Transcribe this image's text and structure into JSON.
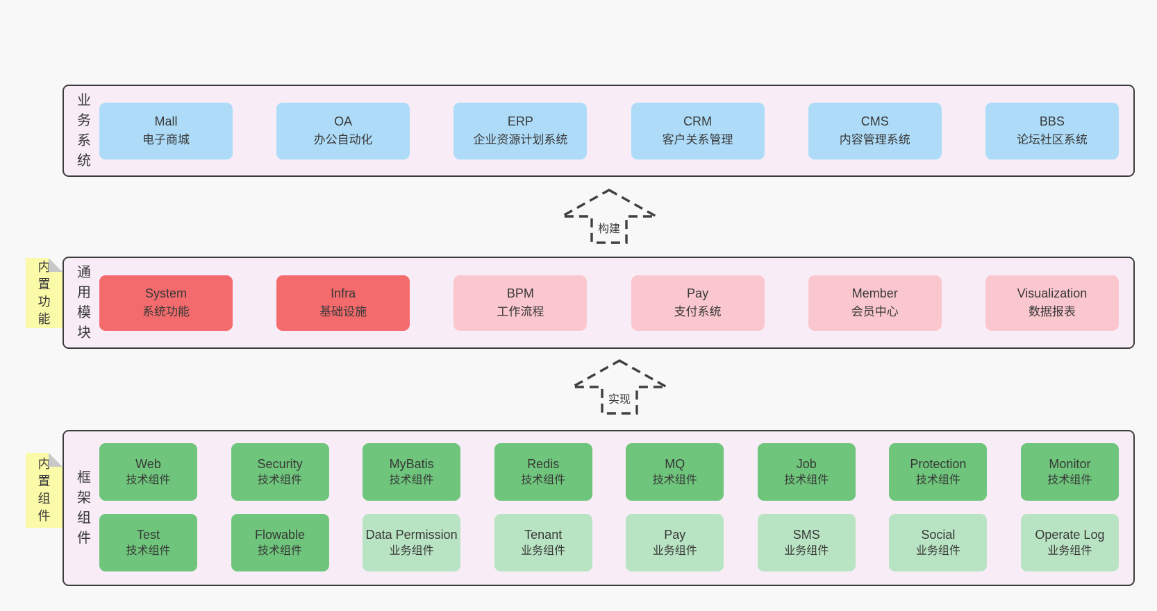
{
  "colors": {
    "page_bg": "#f8f8f8",
    "band_bg": "#f8edf6",
    "band_border": "#3c3c3c",
    "text": "#383838",
    "blue": "#aedcf8",
    "red": "#f46b6d",
    "pink": "#fbc7cf",
    "green_dark": "#6ec57b",
    "green_light": "#b9e4c3",
    "sticky_yellow": "#fafaa9",
    "fold_gray": "#c8c8c8",
    "arrow_stroke": "#3f3f3f"
  },
  "arrows": [
    {
      "label": "构建"
    },
    {
      "label": "实现"
    }
  ],
  "bands": [
    {
      "label": "业务系统",
      "boxes": [
        {
          "name": "Mall",
          "sub": "电子商城"
        },
        {
          "name": "OA",
          "sub": "办公自动化"
        },
        {
          "name": "ERP",
          "sub": "企业资源计划系统"
        },
        {
          "name": "CRM",
          "sub": "客户关系管理"
        },
        {
          "name": "CMS",
          "sub": "内容管理系统"
        },
        {
          "name": "BBS",
          "sub": "论坛社区系统"
        }
      ]
    },
    {
      "label": "通用模块",
      "sticky": "内置功能",
      "boxes": [
        {
          "name": "System",
          "sub": "系统功能"
        },
        {
          "name": "Infra",
          "sub": "基础设施"
        },
        {
          "name": "BPM",
          "sub": "工作流程"
        },
        {
          "name": "Pay",
          "sub": "支付系统"
        },
        {
          "name": "Member",
          "sub": "会员中心"
        },
        {
          "name": "Visualization",
          "sub": "数据报表"
        }
      ]
    },
    {
      "label": "框架组件",
      "sticky": "内置组件",
      "rows": [
        [
          {
            "name": "Web",
            "sub": "技术组件"
          },
          {
            "name": "Security",
            "sub": "技术组件"
          },
          {
            "name": "MyBatis",
            "sub": "技术组件"
          },
          {
            "name": "Redis",
            "sub": "技术组件"
          },
          {
            "name": "MQ",
            "sub": "技术组件"
          },
          {
            "name": "Job",
            "sub": "技术组件"
          },
          {
            "name": "Protection",
            "sub": "技术组件"
          },
          {
            "name": "Monitor",
            "sub": "技术组件"
          }
        ],
        [
          {
            "name": "Test",
            "sub": "技术组件"
          },
          {
            "name": "Flowable",
            "sub": "技术组件"
          },
          {
            "name": "Data Permission",
            "sub": "业务组件"
          },
          {
            "name": "Tenant",
            "sub": "业务组件"
          },
          {
            "name": "Pay",
            "sub": "业务组件"
          },
          {
            "name": "SMS",
            "sub": "业务组件"
          },
          {
            "name": "Social",
            "sub": "业务组件"
          },
          {
            "name": "Operate Log",
            "sub": "业务组件"
          }
        ]
      ]
    }
  ]
}
